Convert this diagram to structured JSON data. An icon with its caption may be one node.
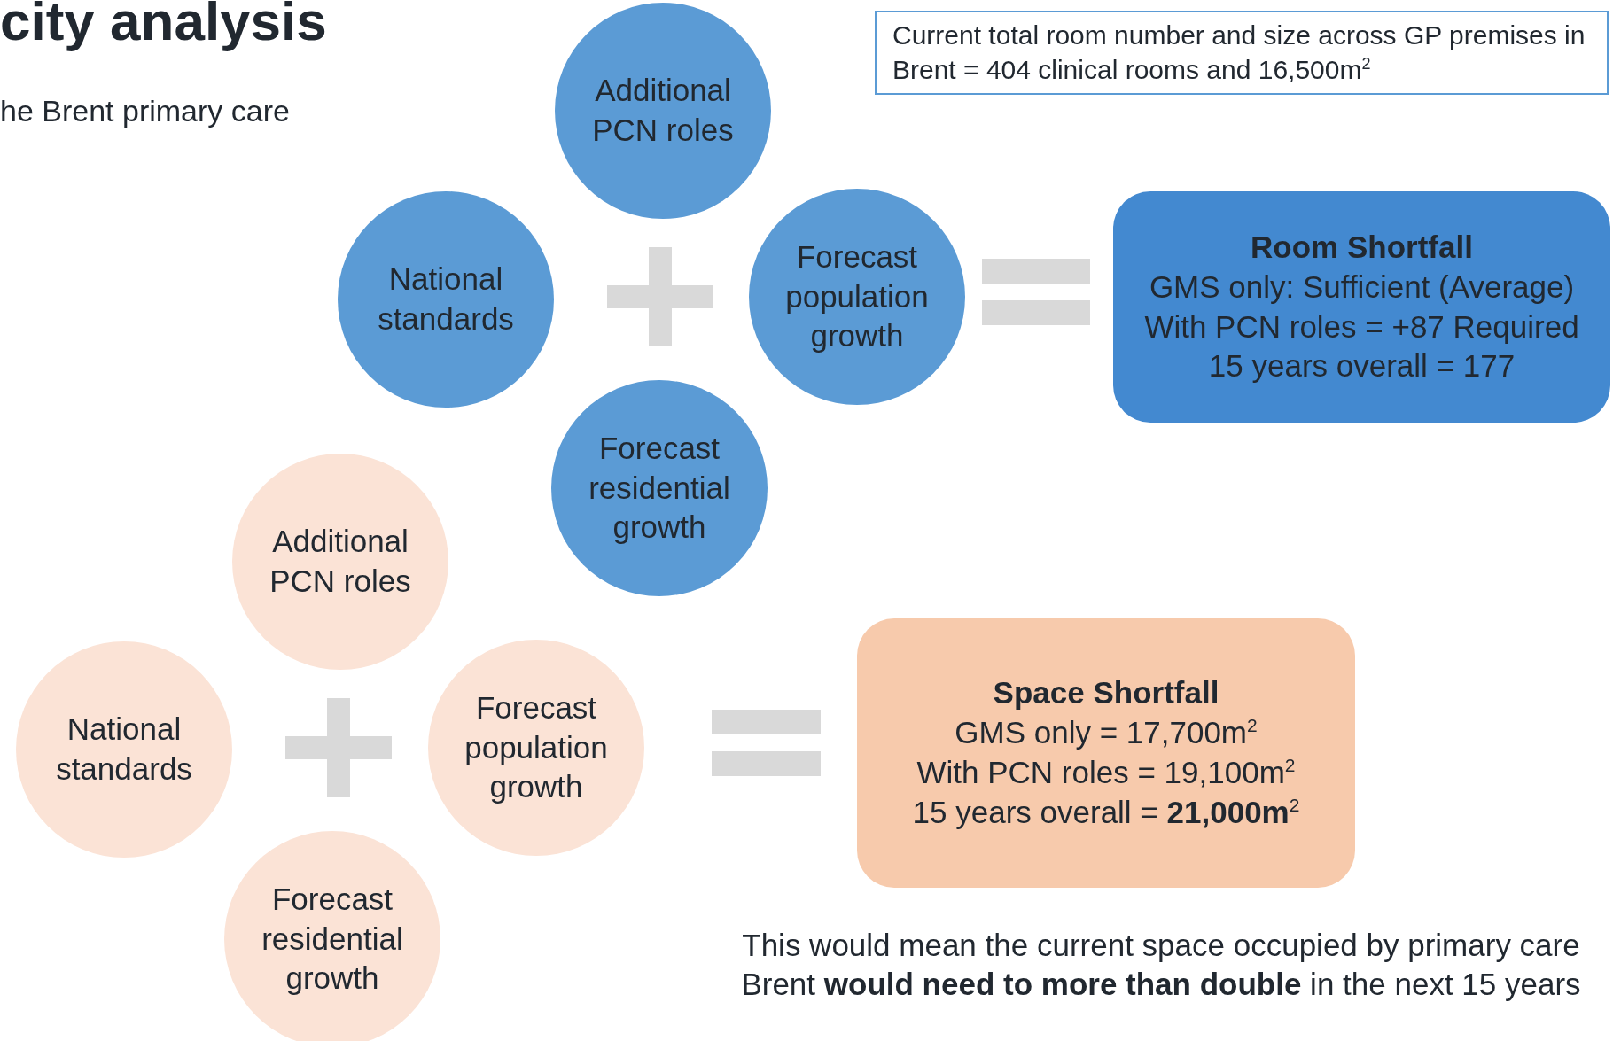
{
  "diagram": {
    "title": "city analysis",
    "nodes": [
      {
        "text": [
          "Current total room number and size across GP premises in Brent = 404 clinical rooms and 16,500m$^{2}$"
        ]
      },
      {
        "text": [
          "Additional PCN roles"
        ]
      },
      {
        "text": [
          "National standards"
        ]
      },
      {
        "text": [
          "Forecast population growth"
        ]
      },
      {
        "text": [
          "Forecast residential growth"
        ]
      },
      {
        "text": [
          "Room Shortfall",
          "GMS only: Sufficient (Average)",
          "With PCN roles = +87 Required",
          "15 years overall = 177"
        ]
      },
      {
        "text": [
          "Additional PCN roles"
        ]
      },
      {
        "text": [
          "National standards"
        ]
      },
      {
        "text": [
          "Forecast population growth"
        ]
      },
      {
        "text": [
          "Forecast residential growth"
        ]
      },
      {
        "text": [
          "Space Shortfall",
          "GMS only = 17,700m$^{2}$",
          "With PCN roles = 19,100m$^{2}$",
          "15 years overall = **21,000m**$^{2}$"
        ]
      }
    ],
    "edges": [],
    "labels": [
      "he Brent primary care",
      "This would mean the current space occupied by primary care Brent **would need to more than double** in the next 15 years"
    ]
  }
}
